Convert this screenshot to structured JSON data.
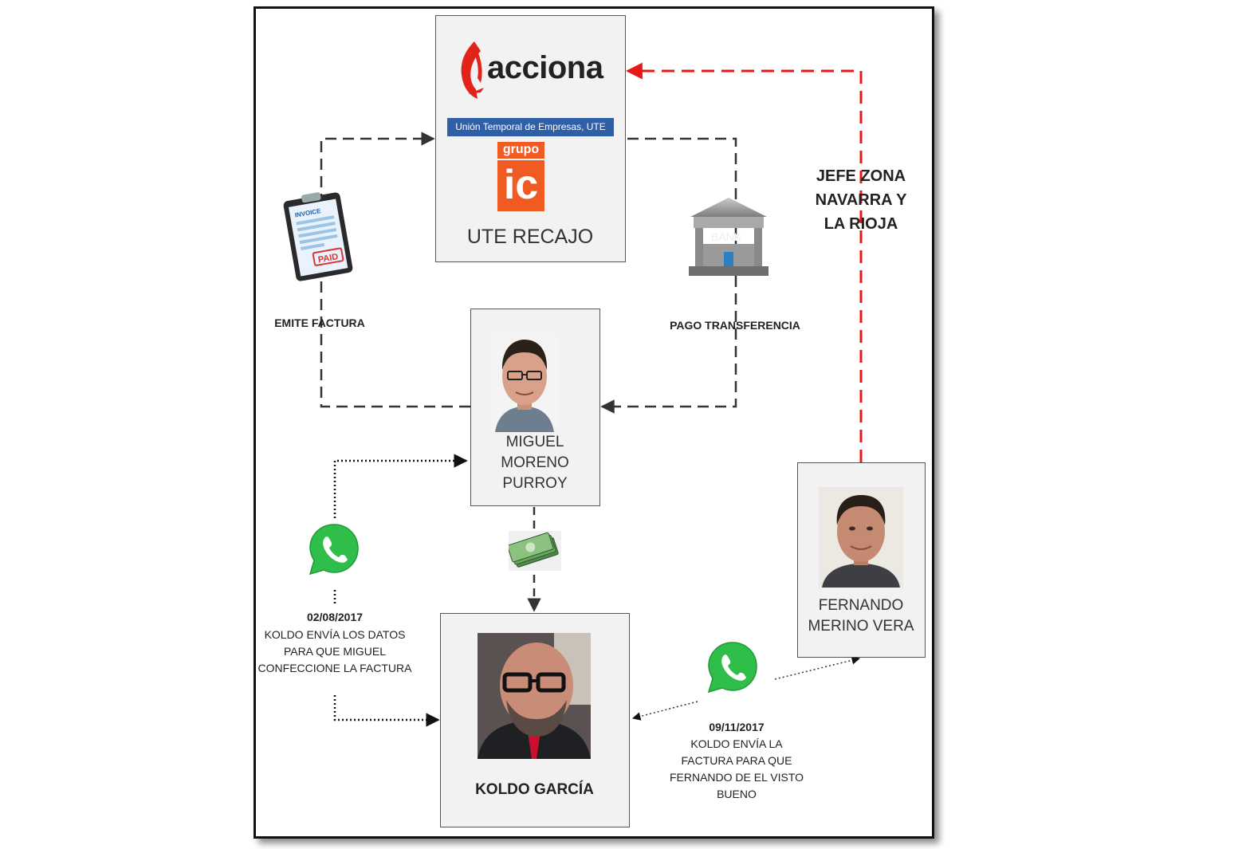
{
  "company": {
    "logo_text": "acciona",
    "ute_banner": "Unión Temporal de Empresas, UTE",
    "grupo": "grupo",
    "ic": "ic",
    "name": "UTE RECAJO"
  },
  "people": {
    "miguel": "MIGUEL MORENO PURROY",
    "koldo": "KOLDO GARCÍA",
    "fernando": "FERNANDO MERINO VERA"
  },
  "edges": {
    "emite_factura": "EMITE FACTURA",
    "pago_transferencia": "PAGO TRANSFERENCIA",
    "jefe_zona": "JEFE ZONA NAVARRA Y LA RIOJA",
    "bank": "BANK",
    "paid": "PAID",
    "invoice": "INVOICE"
  },
  "messages": {
    "msg1_date": "02/08/2017",
    "msg1_text": "KOLDO ENVÍA LOS DATOS PARA QUE MIGUEL CONFECCIONE LA FACTURA",
    "msg2_date": "09/11/2017",
    "msg2_text": "KOLDO ENVÍA LA FACTURA PARA QUE FERNANDO DE EL VISTO BUENO"
  },
  "colors": {
    "acciona_red": "#e2231a",
    "ute_blue": "#2f5fa7",
    "ic_orange": "#f05a23",
    "whatsapp_green": "#2fbe4a",
    "red_link": "#e81818",
    "dashed_link": "#333333"
  }
}
